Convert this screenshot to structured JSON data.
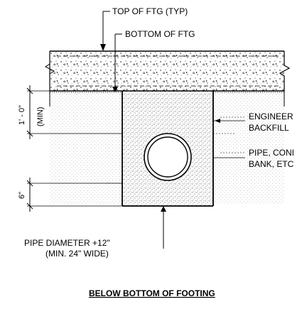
{
  "diagram": {
    "labels": {
      "top_of_ftg": "TOP OF FTG (TYP)",
      "bottom_of_ftg": "BOTTOM OF FTG",
      "engineer_line1": "ENGINEER",
      "engineer_line2": "BACKFILL",
      "pipe_line1": "PIPE, CONI",
      "pipe_line2": "BANK, ETC",
      "pipe_diameter_line1": "PIPE DIAMETER +12\"",
      "pipe_diameter_line2": "(MIN. 24\" WIDE)",
      "dim_1ft": "1' - 0\"",
      "dim_min": "(MIN)",
      "dim_6in": "6\"",
      "title": "BELOW BOTTOM OF FOOTING"
    }
  }
}
